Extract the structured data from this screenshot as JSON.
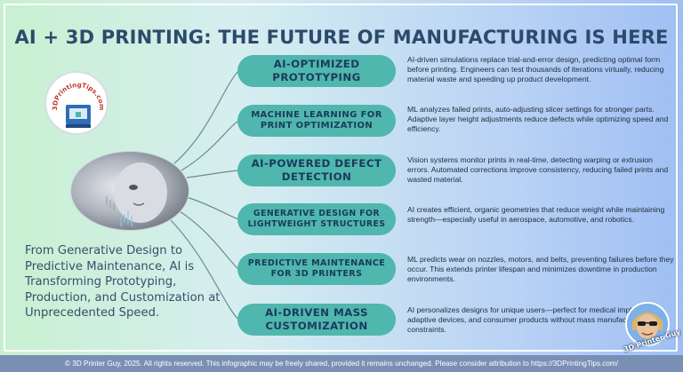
{
  "title": "AI + 3D PRINTING: THE FUTURE OF MANUFACTURING IS HERE",
  "logo": {
    "text": "3DPrintingTips.com",
    "icon": "3d-printer-logo-icon"
  },
  "hero": {
    "icon": "ai-robot-face-icon"
  },
  "tagline": "From Generative Design to Predictive Maintenance, AI is Transforming Prototyping, Production, and Customization at Unprecedented Speed.",
  "topics": [
    {
      "label": "AI-OPTIMIZED PROTOTYPING",
      "description": "AI-driven simulations replace trial-and-error design, predicting optimal form before printing. Engineers can test thousands of iterations virtually, reducing material waste and speeding up product development."
    },
    {
      "label": "MACHINE LEARNING FOR PRINT OPTIMIZATION",
      "description": "ML analyzes failed prints, auto-adjusting slicer settings for stronger parts. Adaptive layer height adjustments reduce defects while optimizing speed and efficiency."
    },
    {
      "label": "AI-POWERED DEFECT DETECTION",
      "description": "Vision systems monitor prints in real-time, detecting warping or extrusion errors. Automated corrections improve consistency, reducing failed prints and wasted material."
    },
    {
      "label": "GENERATIVE DESIGN FOR LIGHTWEIGHT STRUCTURES",
      "description": "AI creates efficient, organic geometries that reduce weight while maintaining strength—especially useful in aerospace, automotive, and robotics."
    },
    {
      "label": "PREDICTIVE MAINTENANCE FOR 3D PRINTERS",
      "description": "ML predicts wear on nozzles, motors, and belts, preventing failures before they occur. This extends printer lifespan and minimizes downtime in production environments."
    },
    {
      "label": "AI-DRIVEN MASS CUSTOMIZATION",
      "description": "AI personalizes designs for unique users—perfect for medical implants, adaptive devices, and consumer products without mass manufacturing constraints."
    }
  ],
  "avatar": {
    "label": "3D Printer Guy",
    "icon": "author-avatar-icon"
  },
  "footer": "© 3D Printer Guy, 2025. All rights reserved. This infographic may be freely shared, provided it remains unchanged. Please consider attribution to https://3DPrintingTips.com/",
  "colors": {
    "pill": "#4fb7ad",
    "title": "#2c4a6b",
    "footer": "#7a8fb4",
    "connector": "#6e8a96"
  }
}
